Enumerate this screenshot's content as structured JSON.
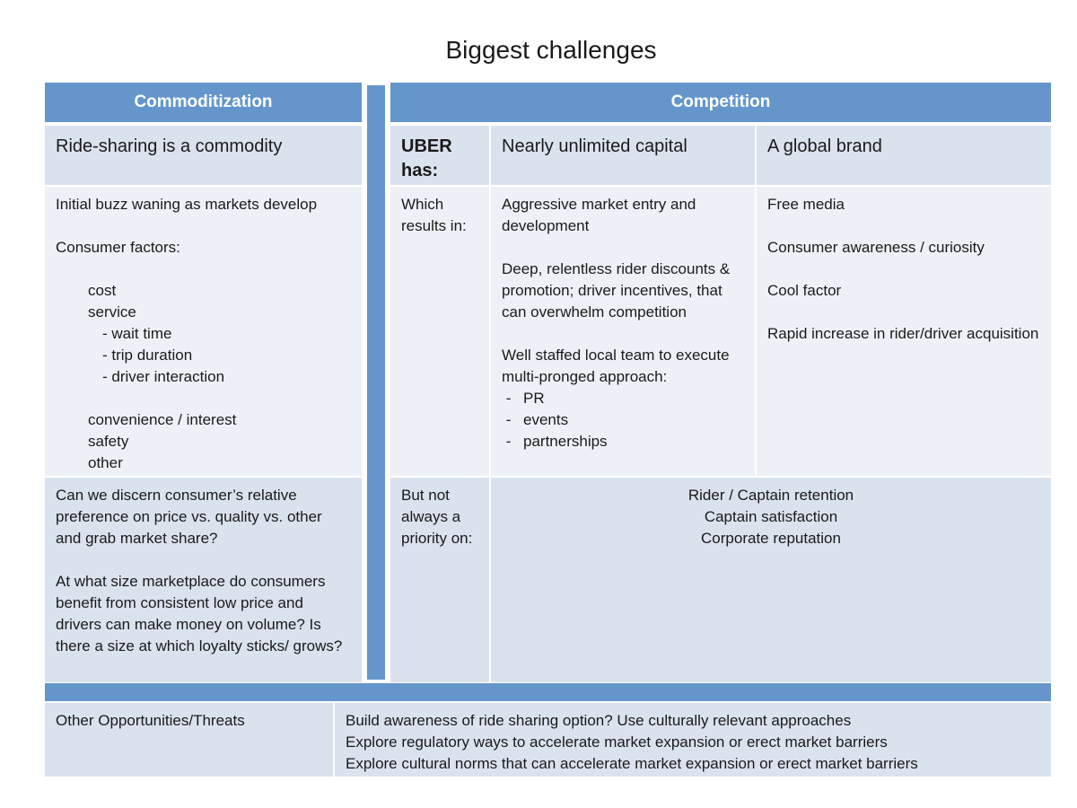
{
  "title": "Biggest challenges",
  "headers": {
    "commoditization": "Commoditization",
    "competition": "Competition"
  },
  "row1": {
    "left": "Ride-sharing is a commodity",
    "uber_has": "UBER has:",
    "capital": "Nearly unlimited capital",
    "brand": "A global brand"
  },
  "row2": {
    "left": {
      "intro": "Initial buzz waning as markets develop",
      "factors_label": "Consumer factors:",
      "cost": "cost",
      "service": "service",
      "wait": "- wait time",
      "trip": "- trip duration",
      "driver": "- driver interaction",
      "convenience": "convenience / interest",
      "safety": "safety",
      "other": "other"
    },
    "which_results": "Which results in:",
    "capital": {
      "p1": "Aggressive market entry and development",
      "p2": "Deep, relentless rider discounts & promotion; driver incentives, that can overwhelm competition",
      "p3": "Well staffed local team to execute multi-pronged approach:",
      "bullets": [
        "PR",
        "events",
        "partnerships"
      ]
    },
    "brand": {
      "p1": "Free media",
      "p2": "Consumer awareness / curiosity",
      "p3": "Cool factor",
      "p4": "Rapid increase in rider/driver acquisition"
    }
  },
  "row3": {
    "left": {
      "p1": "Can we discern consumer’s relative preference on price vs. quality vs. other and grab market share?",
      "p2": "At what size marketplace do consumers benefit from consistent low price and drivers can make money on volume?  Is there a size at which loyalty sticks/ grows?"
    },
    "not_priority": "But not always a priority on:",
    "priorities": [
      "Rider / Captain retention",
      "Captain satisfaction",
      "Corporate reputation"
    ]
  },
  "footer": {
    "label": "Other Opportunities/Threats",
    "items": [
      "Build awareness of ride sharing option? Use culturally relevant approaches",
      "Explore regulatory ways to accelerate market expansion or erect market barriers",
      "Explore cultural norms that can accelerate market expansion or erect market barriers"
    ]
  }
}
